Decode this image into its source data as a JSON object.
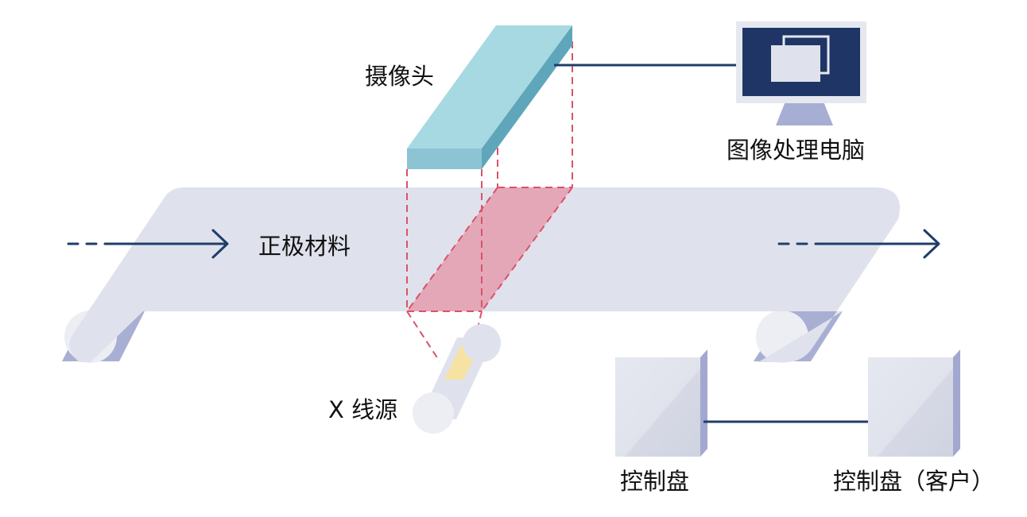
{
  "labels": {
    "camera": "摄像头",
    "computer": "图像处理电脑",
    "material": "正极材料",
    "xray_source": "X 线源",
    "control_panel": "控制盘",
    "client_control_panel": "控制盘（客户）"
  },
  "colors": {
    "belt": "#dfe2ec",
    "roller": "#eceef4",
    "roller_side": "#a9afd2",
    "camera_top": "#a7d9e2",
    "camera_front": "#8cc4d3",
    "camera_side": "#5fa6bb",
    "monitor_frame": "#e6e8f0",
    "monitor_screen": "#1f3566",
    "monitor_stand": "#a6aed3",
    "connector": "#1f3d6b",
    "scan_dash": "#d9536a",
    "scan_fill": "#e4a7b8",
    "source_window": "#f6e3a3",
    "cabinet_front": "#e3e5ee",
    "cabinet_side": "#a2a8cf"
  },
  "icons": {
    "flow_arrows": "arrow-right-icon"
  }
}
